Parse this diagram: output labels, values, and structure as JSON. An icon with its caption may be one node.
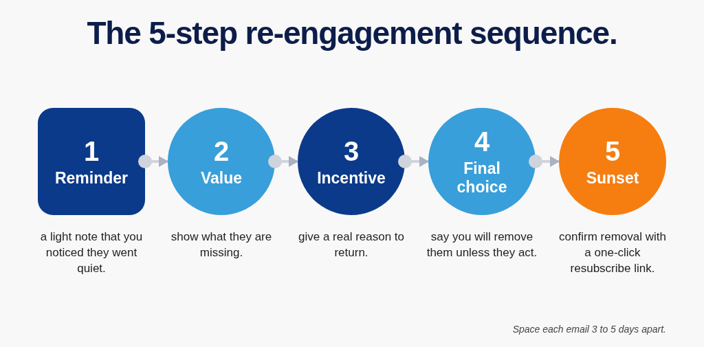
{
  "diagram": {
    "title": "The 5-step re-engagement sequence.",
    "nodes": [
      {
        "text": [
          "1",
          "Reminder"
        ],
        "beside": [
          "a light note that you noticed they went quiet."
        ]
      },
      {
        "text": [
          "2",
          "Value"
        ],
        "beside": [
          "show what they are missing."
        ]
      },
      {
        "text": [
          "3",
          "Incentive"
        ],
        "beside": [
          "give a real reason to return."
        ]
      },
      {
        "text": [
          "4",
          "Final choice"
        ],
        "beside": [
          "say you will remove them unless they act."
        ]
      },
      {
        "text": [
          "5",
          "Sunset"
        ],
        "beside": [
          "confirm removal with a one-click resubscribe link."
        ]
      }
    ],
    "edges": [
      {
        "from": 0,
        "to": 1,
        "arrow": "to"
      },
      {
        "from": 1,
        "to": 2,
        "arrow": "to"
      },
      {
        "from": 2,
        "to": 3,
        "arrow": "to"
      },
      {
        "from": 3,
        "to": 4,
        "arrow": "to"
      }
    ],
    "labels": [
      "Space each email 3 to 5 days apart."
    ]
  }
}
